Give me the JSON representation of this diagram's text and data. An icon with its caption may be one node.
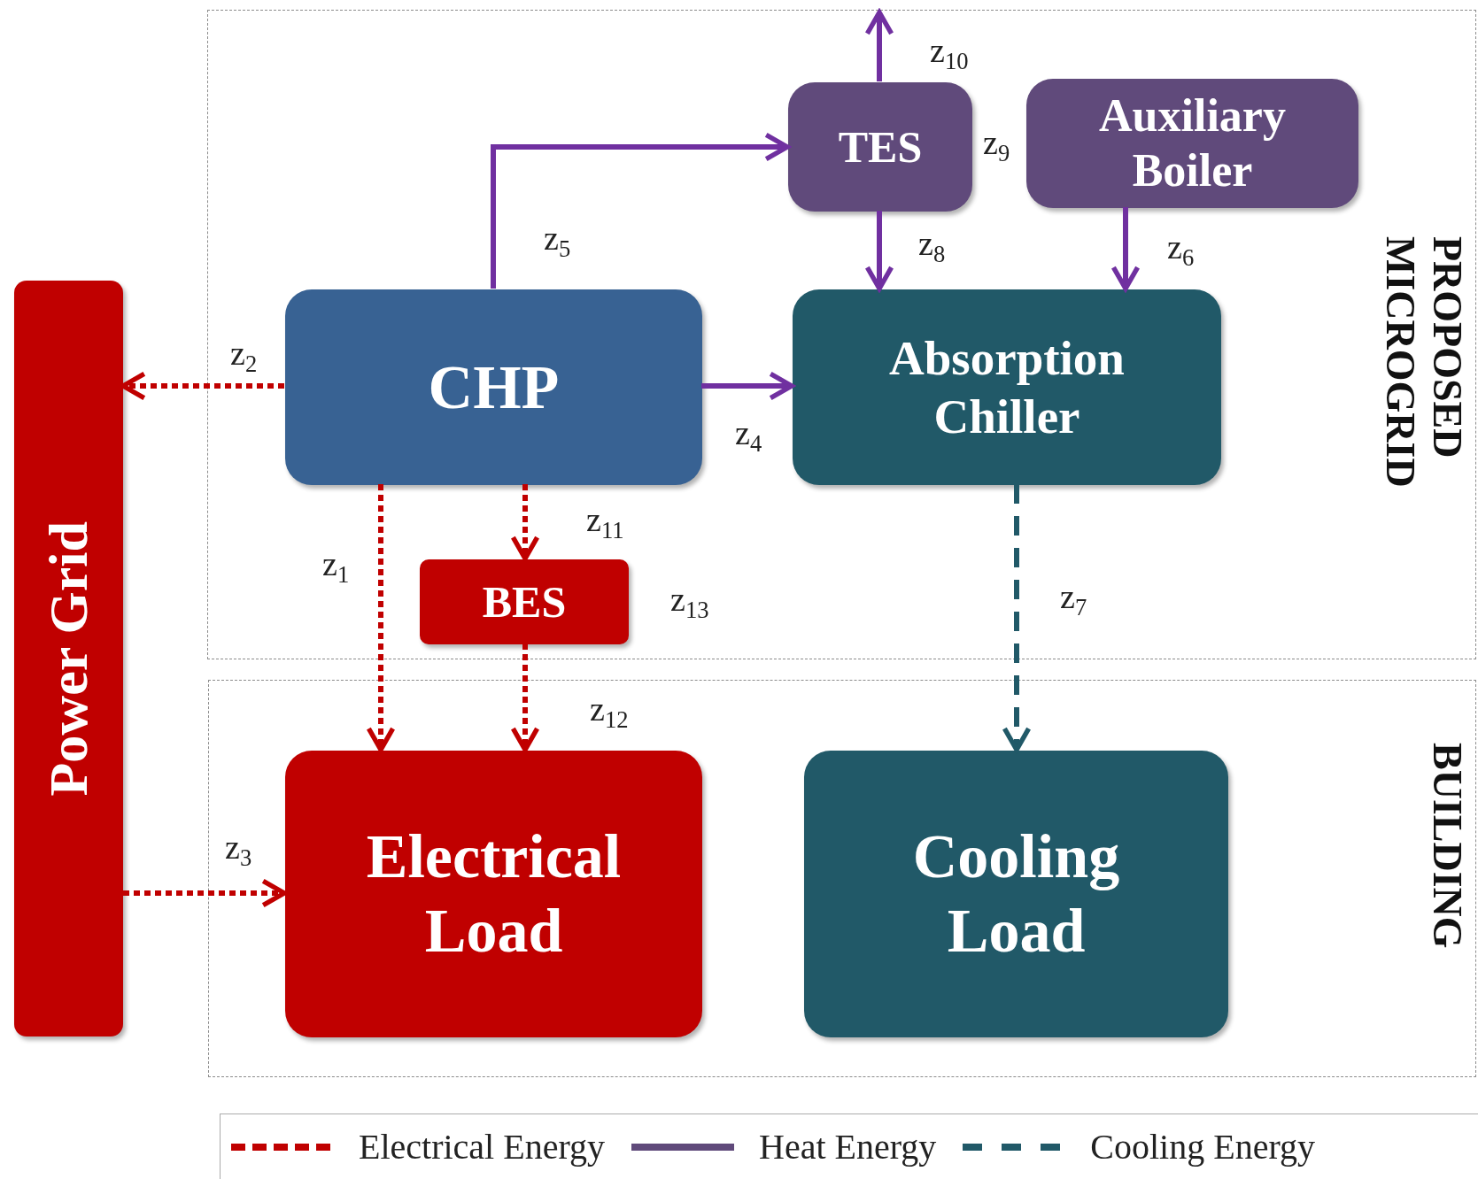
{
  "diagram": {
    "nodes": [
      {
        "text": [
          "PROPOSED MICROGRID"
        ]
      },
      {
        "text": [
          "BUILDING"
        ]
      },
      {
        "text": [
          "Power Grid"
        ]
      },
      {
        "text": [
          "TES"
        ],
        "in": 0
      },
      {
        "text": [
          "Auxiliary Boiler"
        ],
        "in": 0
      },
      {
        "text": [
          "CHP"
        ],
        "in": 0
      },
      {
        "text": [
          "Absorption Chiller"
        ],
        "in": 0
      },
      {
        "text": [
          "BES"
        ],
        "in": 0
      },
      {
        "text": [
          "Electrical Load"
        ],
        "in": 1
      },
      {
        "text": [
          "Cooling Load"
        ],
        "in": 1
      }
    ],
    "edges": [
      {
        "from": 5,
        "to": 2,
        "arrow": "to",
        "label": "z$_{2}$",
        "style": "dashed",
        "color": "#c00000"
      },
      {
        "from": 2,
        "to": 8,
        "arrow": "to",
        "label": "z$_{3}$",
        "style": "dashed",
        "color": "#c00000"
      },
      {
        "from": 5,
        "to": 8,
        "arrow": "to",
        "label": "z$_{1}$",
        "style": "dashed",
        "color": "#c00000"
      },
      {
        "from": 5,
        "to": 7,
        "arrow": "to",
        "label": "z$_{11}$",
        "style": "dashed",
        "color": "#c00000"
      },
      {
        "from": 7,
        "to": 8,
        "arrow": "to",
        "label": "z$_{12}$",
        "style": "dashed",
        "color": "#c00000"
      },
      {
        "from": 5,
        "to": 6,
        "arrow": "to",
        "label": "z$_{4}$",
        "color": "#7030a0"
      },
      {
        "from": 5,
        "to": 3,
        "arrow": "to",
        "label": "z$_{5}$",
        "color": "#7030a0"
      },
      {
        "from": 3,
        "to": 6,
        "arrow": "to",
        "label": "z$_{8}$",
        "color": "#7030a0"
      },
      {
        "from": 3,
        "to": null,
        "arrow": "to",
        "label": "z$_{10}$",
        "color": "#7030a0"
      },
      {
        "from": 4,
        "to": 6,
        "arrow": "to",
        "label": "z$_{6}$",
        "color": "#7030a0"
      },
      {
        "from": 6,
        "to": 9,
        "arrow": "to",
        "label": "z$_{7}$",
        "style": "dashed",
        "color": "#215968"
      }
    ],
    "labels": [
      "z$_{9}$",
      "z$_{13}$"
    ],
    "legend": [
      {
        "text": "Electrical Energy"
      },
      {
        "text": "Heat Energy"
      },
      {
        "text": "Cooling Energy"
      }
    ]
  }
}
